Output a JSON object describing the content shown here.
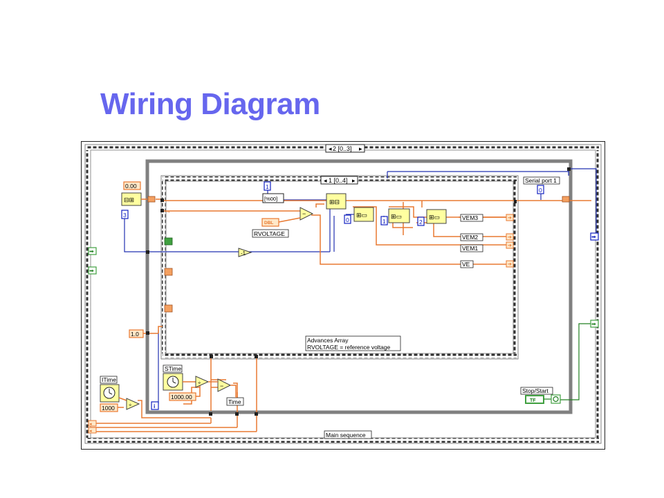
{
  "slide": {
    "title": "Wiring Diagram",
    "title_color": "#6666ee"
  },
  "colors": {
    "orange_wire": "#e87830",
    "blue_wire": "#2030b0",
    "green_wire": "#208020",
    "frame": "#808080",
    "frame_dark": "#404040",
    "terminal_bg": "#ffe8c8",
    "blue_const_border": "#1020c0",
    "green_term": "#40a040"
  },
  "diagram": {
    "outer_sequence_selector": "2 [0..3]",
    "inner_sequence_selector": "1 [0..4]",
    "main_sequence_label": "Main sequence",
    "serial_port_label": "Serial port 1",
    "serial_port_value": "0",
    "constants": {
      "zero_dbl": "0.00",
      "three": "3",
      "one_top": "1",
      "one_dbl": "1.0",
      "index0": "0",
      "index1": "1",
      "index2": "2",
      "ms_1000_a": "1000",
      "ms_1000_b": "1000.00",
      "i_terminal": "i"
    },
    "labels": {
      "rvoltage": "RVOLTAGE",
      "dbl": "DBL",
      "string_box": "[%00]",
      "itime": "ITime",
      "stime": "STime",
      "time": "Time",
      "stop_start": "Stop/Start",
      "tf": "TF"
    },
    "indicators": [
      "VEM3",
      "VEM2",
      "VEM1",
      "VE"
    ],
    "comment_line1": "Advances Array",
    "comment_line2": "RVOLTAGE = reference voltage"
  }
}
